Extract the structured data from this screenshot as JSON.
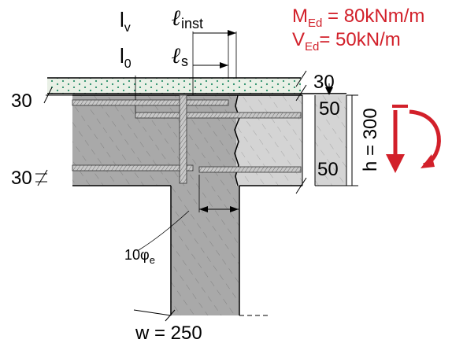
{
  "labels": {
    "l_v": "l",
    "l_v_sub": "v",
    "l_0": "l",
    "l_0_sub": "0",
    "l_inst": "ℓ",
    "l_inst_sub": "inst",
    "l_s": "ℓ",
    "l_s_sub": "s",
    "dim_30_top": "30",
    "dim_30_left_top": "30",
    "dim_30_left_bottom": "30",
    "dim_50_top": "50",
    "dim_50_bottom": "50",
    "h_label": "h = 300",
    "w_label": "w = 250",
    "phi_label": "10φ",
    "phi_sub": "e"
  },
  "loads": {
    "moment_label": "M",
    "moment_sub": "Ed",
    "moment_value": " = 80kNm/m",
    "shear_label": "V",
    "shear_sub": "Ed",
    "shear_value": "= 50kN/m"
  },
  "colors": {
    "concrete_old": "#a9a9a9",
    "concrete_new": "#d4d4d4",
    "topping": "#e9f0e6",
    "topping_dots": "#2a8f6a",
    "rebar": "#c8c8c8",
    "load_red": "#d2202a"
  }
}
